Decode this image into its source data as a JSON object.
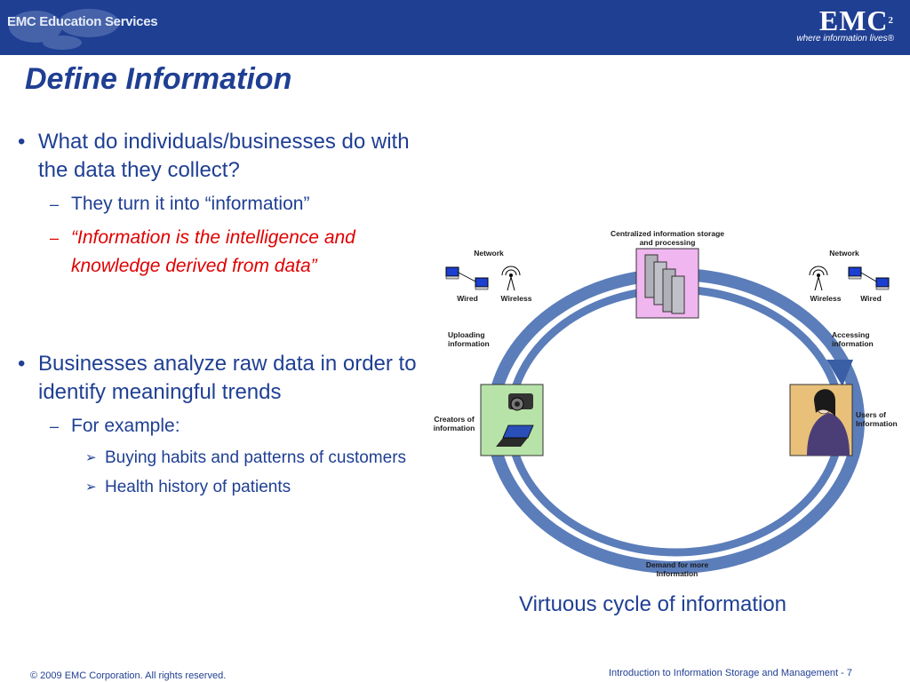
{
  "header": {
    "left_logo": "EMC Education Services",
    "brand": "EMC",
    "brand_sup": "2",
    "tagline": "where information lives®"
  },
  "slide": {
    "title": "Define Information",
    "bullet1": "What do individuals/businesses do with the data they collect?",
    "sub1": "They turn it into “information”",
    "sub2": "“Information is the intelligence and knowledge derived from data”",
    "bullet2": "Businesses analyze raw data in order to identify meaningful trends",
    "sub3": "For example:",
    "subsub1": "Buying habits and patterns of customers",
    "subsub2": "Health history of patients"
  },
  "diagram": {
    "centralized": "Centralized information storage and processing",
    "network_left": "Network",
    "network_right": "Network",
    "wired_left": "Wired",
    "wireless_left": "Wireless",
    "wireless_right": "Wireless",
    "wired_right": "Wired",
    "uploading": "Uploading information",
    "accessing": "Accessing information",
    "creators": "Creators of information",
    "users": "Users of Information",
    "demand": "Demand for more Information",
    "caption": "Virtuous cycle of information"
  },
  "footer": {
    "copyright": "© 2009 EMC Corporation. All rights reserved.",
    "course": "Introduction to Information Storage and Management  - 7"
  },
  "colors": {
    "header_bg": "#1f3f93",
    "text_blue": "#1f3f93",
    "highlight_red": "#e00000",
    "arrow_blue": "#5b7dba"
  }
}
